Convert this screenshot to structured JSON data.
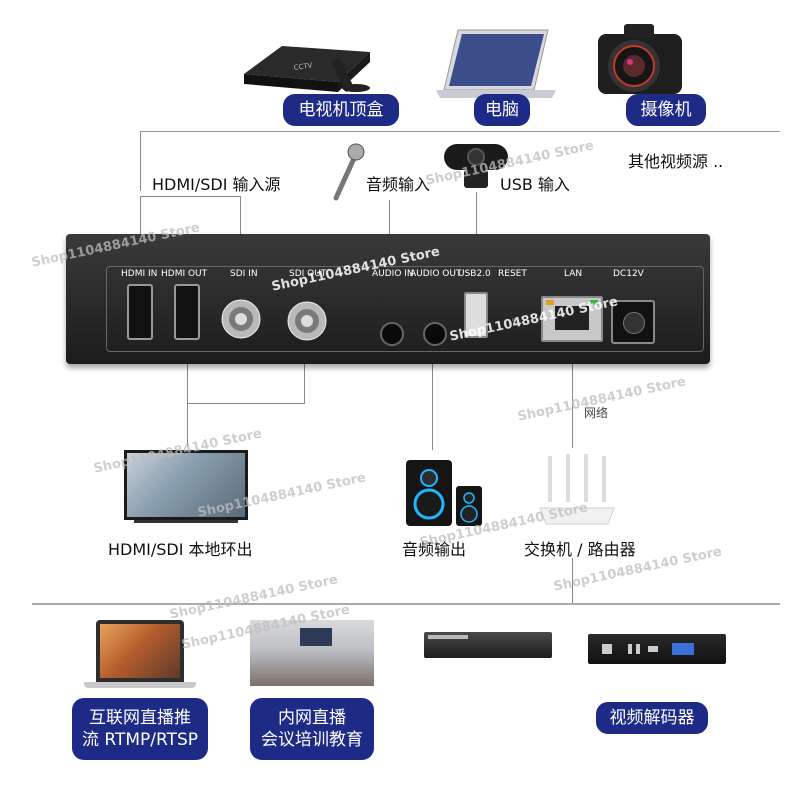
{
  "top_sources": {
    "stb": "电视机顶盒",
    "pc": "电脑",
    "camera": "摄像机",
    "other": "其他视频源 .."
  },
  "inputs": {
    "hdmi_sdi": "HDMI/SDI 输入源",
    "audio": "音频输入",
    "usb": "USB 输入"
  },
  "ports": [
    "HDMI IN",
    "HDMI OUT",
    "SDI IN",
    "SDI OUT",
    "AUDIO IN",
    "AUDIO OUT",
    "USB2.0",
    "RESET",
    "LAN",
    "DC12V"
  ],
  "outputs": {
    "local_loop": "HDMI/SDI 本地环出",
    "audio_out": "音频输出",
    "switch_router": "交换机 / 路由器",
    "network": "网络"
  },
  "bottom": {
    "internet_line1": "互联网直播推",
    "internet_line2": "流 RTMP/RTSP",
    "intranet_line1": "内网直播",
    "intranet_line2": "会议培训教育",
    "decoder": "视频解码器"
  },
  "watermark": "Shop1104884140 Store"
}
